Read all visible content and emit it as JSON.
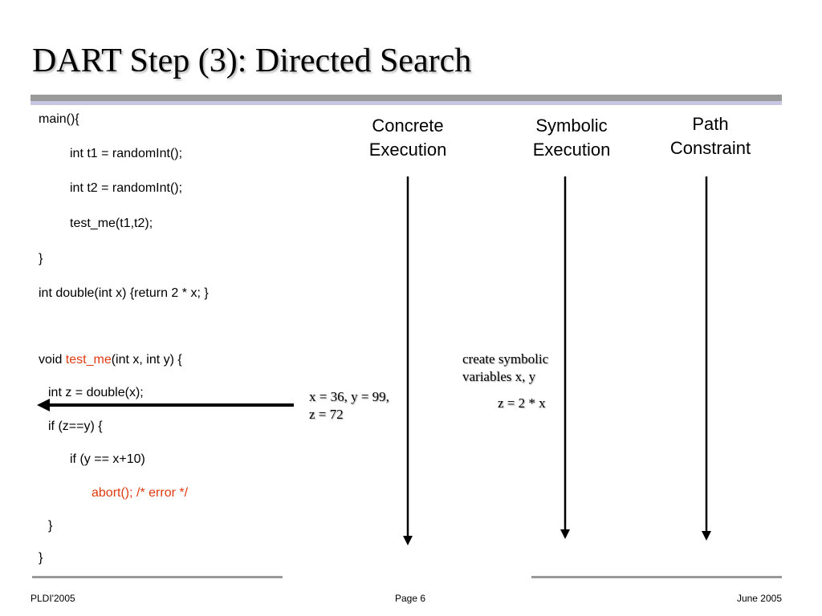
{
  "slide": {
    "title": "DART Step (3): Directed Search"
  },
  "code": {
    "lines": [
      "main(){",
      "int t1 = randomInt();",
      "int t2 = randomInt();",
      "test_me(t1,t2);",
      "}",
      "int double(int x) {return 2 * x; }",
      "",
      "void ",
      "int z = double(x);",
      "if (z==y) {",
      "if (y == x+10)",
      "abort(); /* error */",
      "}",
      "}"
    ],
    "void_fn_name": "test_me",
    "void_fn_params": "(int x, int y) {"
  },
  "columns": {
    "concrete": [
      "Concrete",
      "Execution"
    ],
    "symbolic": [
      "Symbolic",
      "Execution"
    ],
    "path": [
      "Path",
      "Constraint"
    ]
  },
  "annotations": {
    "concrete_values": [
      "x = 36, y = 99,",
      "z = 72"
    ],
    "symbolic_create": [
      "create symbolic",
      "variables x, y"
    ],
    "symbolic_z": "z = 2 * x"
  },
  "footer": {
    "left": "PLDI'2005",
    "center": "Page 6",
    "right": "June 2005"
  },
  "colors": {
    "highlight_red": "#e03a10",
    "title_bar": "#9a9a9a",
    "title_bar_light": "#c6c6e2"
  }
}
